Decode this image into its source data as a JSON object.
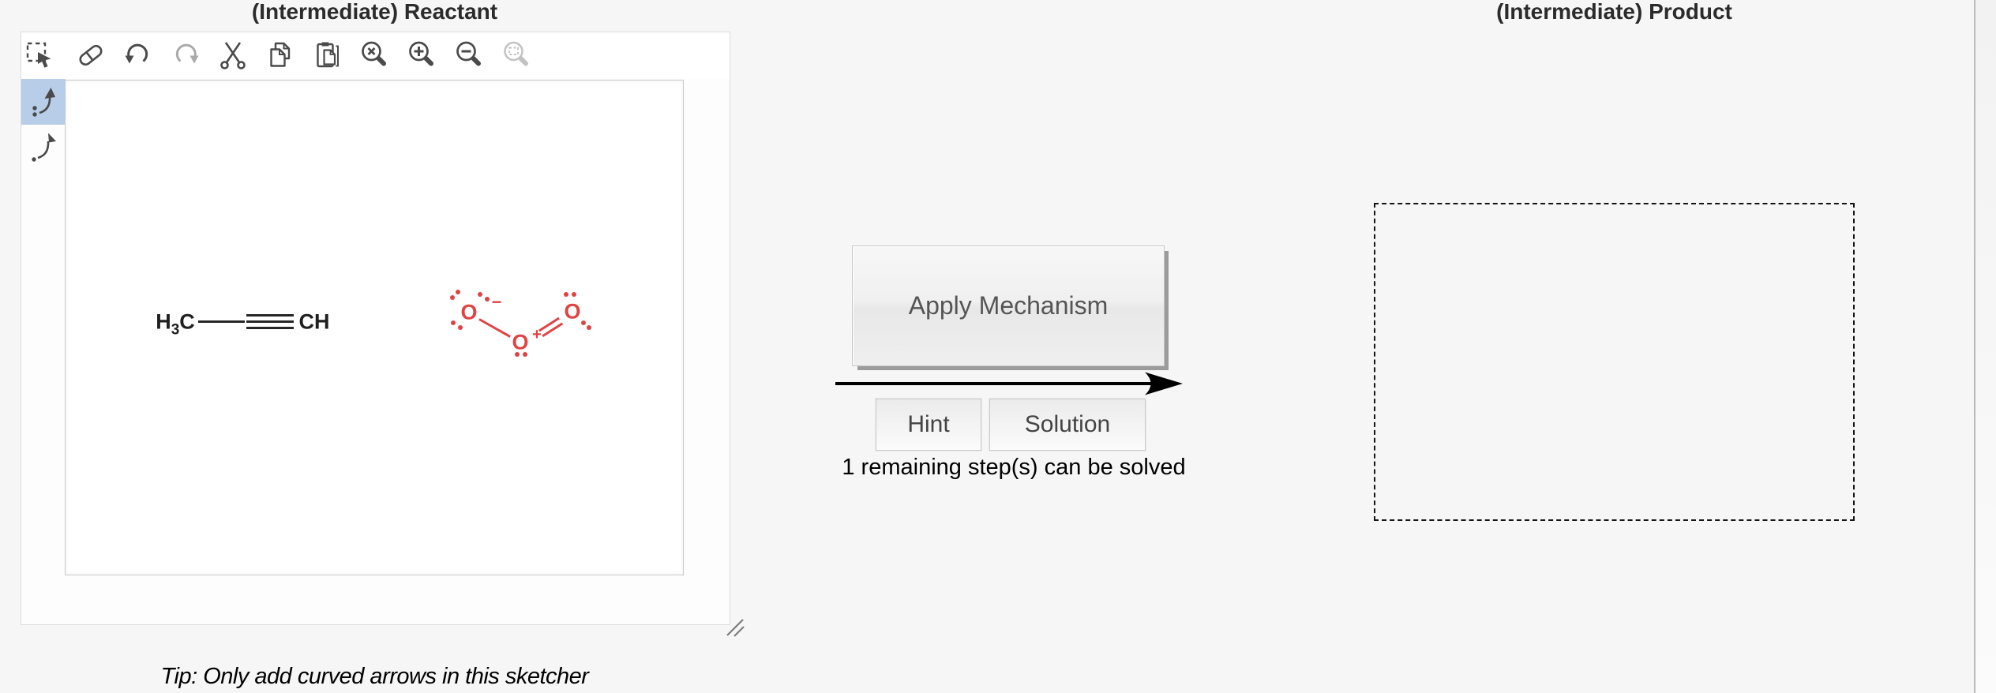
{
  "titles": {
    "reactant": "(Intermediate) Reactant",
    "product": "(Intermediate) Product"
  },
  "sketcher": {
    "tip": "Tip: Only add curved arrows in this sketcher",
    "toolbar_icons": [
      "marquee-select",
      "eraser",
      "undo",
      "redo",
      "cut",
      "copy",
      "paste",
      "zoom-reset",
      "zoom-in",
      "zoom-out",
      "zoom-to-selection"
    ],
    "side_tools": {
      "icons": [
        "curved-arrow-electron-pair",
        "curved-arrow-single-electron"
      ],
      "selected": "curved-arrow-electron-pair"
    }
  },
  "molecules": {
    "propyne": {
      "left_group": {
        "h": "H",
        "sub": "3",
        "c": "C"
      },
      "bond1": "single",
      "bond2": "triple",
      "right_group": "CH"
    },
    "ozone": {
      "atom1": "O",
      "atom1_charge": "−",
      "atom2": "O",
      "atom2_charge": "+",
      "atom3": "O",
      "bond12": "single",
      "bond23": "double",
      "lone_pairs": {
        "atom1": 3,
        "atom2": 1,
        "atom3": 2
      },
      "color": "#e04343"
    }
  },
  "actions": {
    "apply": "Apply Mechanism",
    "hint": "Hint",
    "solution": "Solution",
    "status": "1 remaining step(s) can be solved"
  },
  "colors": {
    "selected_tool_bg": "#b7cde8",
    "molecule_red": "#e04343",
    "toolbar_icon": "#4a4a4a",
    "disabled_icon": "#aaaaaa",
    "page_bg": "#f6f6f6"
  }
}
